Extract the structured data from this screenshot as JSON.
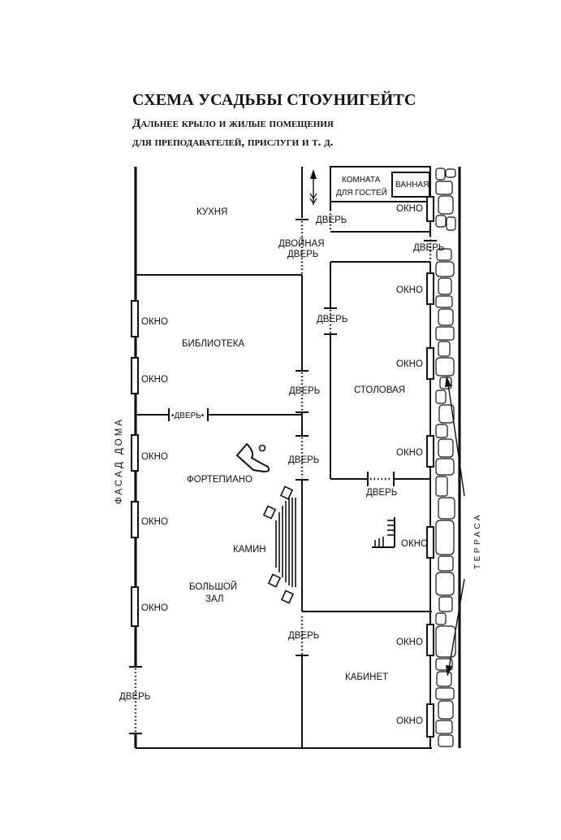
{
  "title": "СХЕМА УСАДЬБЫ СТОУНИГЕЙТС",
  "subtitle_line1": "Дальнее крыло и жилые помещения",
  "subtitle_line2": "для преподавателей, прислуги и т. д.",
  "rooms": {
    "kitchen": "КУХНЯ",
    "guest_room_1": "КОМНАТА",
    "guest_room_2": "ДЛЯ ГОСТЕЙ",
    "bathroom": "ВАННАЯ",
    "library": "БИБЛИОТЕКА",
    "dining": "СТОЛОВАЯ",
    "piano": "ФОРТЕПИАНО",
    "fireplace": "КАМИН",
    "hall_1": "БОЛЬШОЙ",
    "hall_2": "ЗАЛ",
    "study": "КАБИНЕТ"
  },
  "labels": {
    "window": "ОКНО",
    "door": "ДВЕРЬ",
    "double_door_1": "ДВОЙНАЯ",
    "double_door_2": "ДВЕРЬ",
    "library_door": "•ДВЕРЬ•",
    "facade": "ФАСАД ДОМА",
    "terrace": "ТЕРРАСА"
  }
}
